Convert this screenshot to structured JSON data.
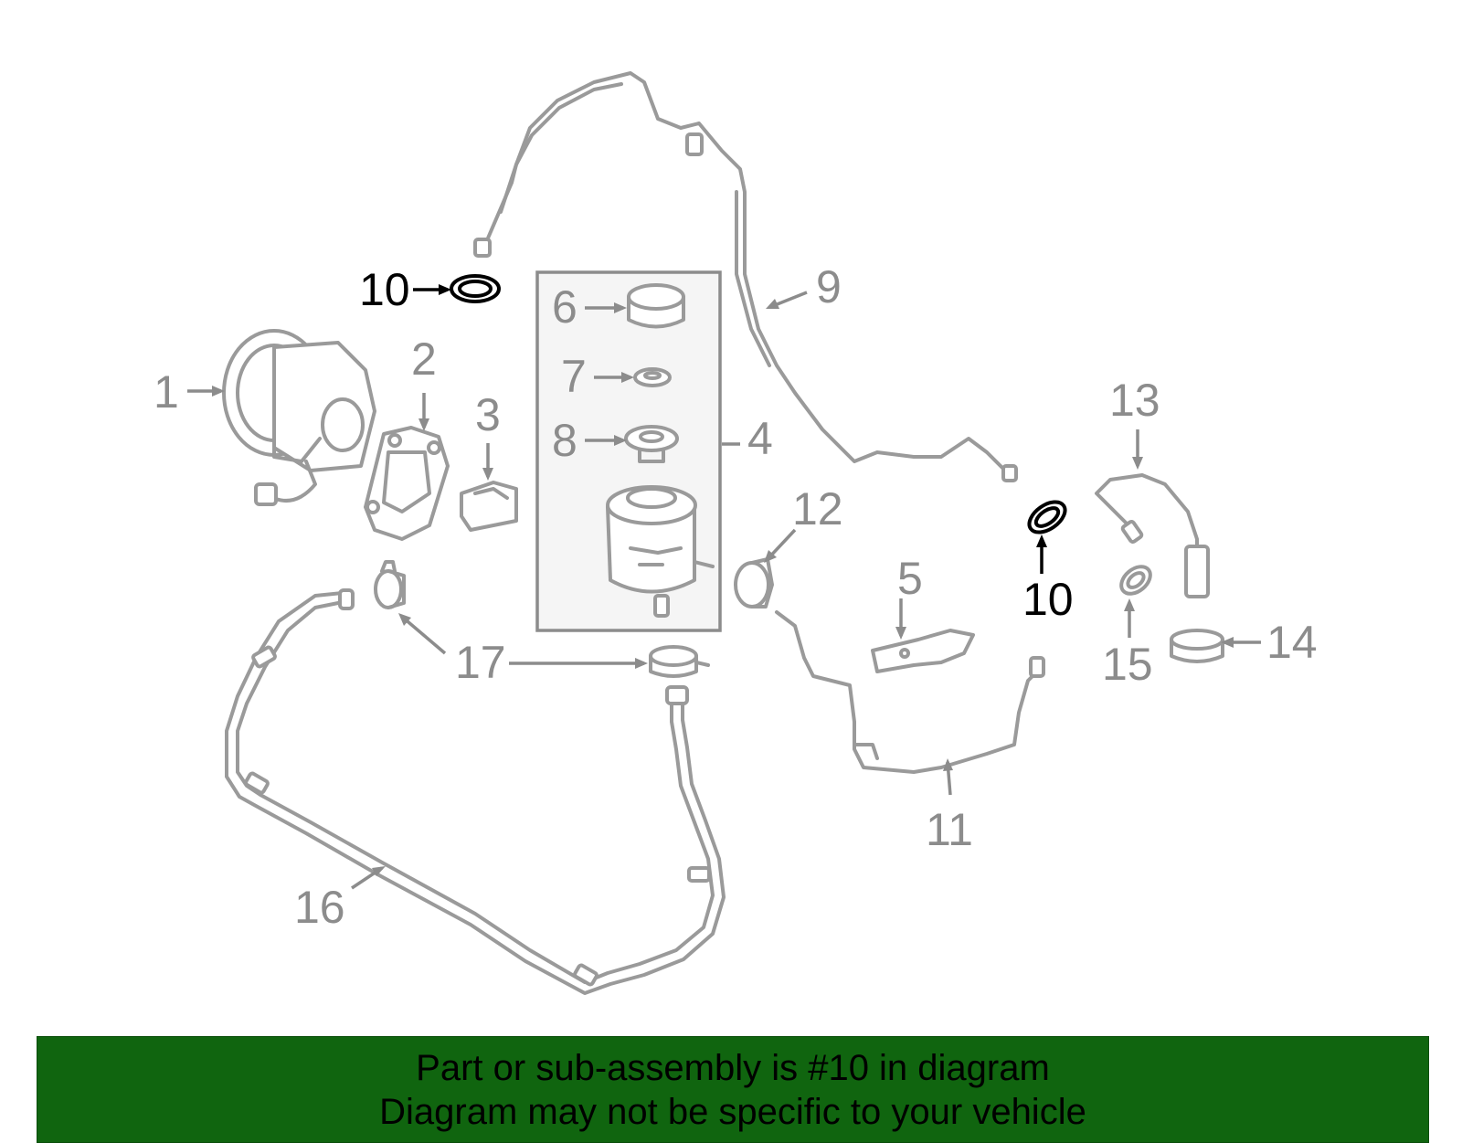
{
  "callouts": {
    "c1": "1",
    "c2": "2",
    "c3": "3",
    "c4": "4",
    "c5": "5",
    "c6": "6",
    "c7": "7",
    "c8": "8",
    "c9": "9",
    "c10a": "10",
    "c10b": "10",
    "c11": "11",
    "c12": "12",
    "c13": "13",
    "c14": "14",
    "c15": "15",
    "c16": "16",
    "c17": "17"
  },
  "highlighted_part": "10",
  "colors": {
    "banner_background": "#10650f",
    "part_line": "#9a9a9a",
    "highlight": "#000000"
  },
  "banner": {
    "line1": "Part or sub-assembly is #10 in diagram",
    "line2": "Diagram may not be specific to your vehicle"
  }
}
